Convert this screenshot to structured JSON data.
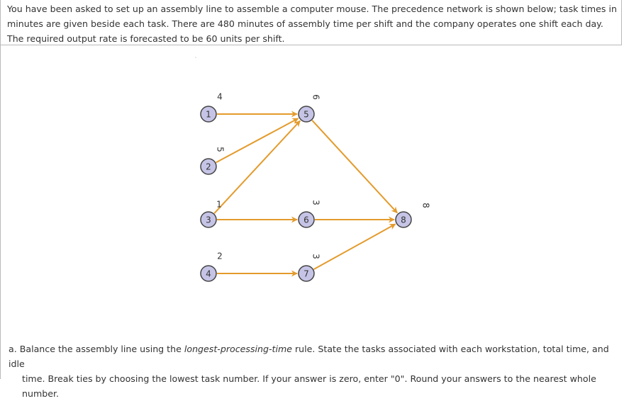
{
  "intro_text": "You have been asked to set up an assembly line to assemble a computer mouse. The precedence network is shown below; task times in minutes are given beside each task. There are 480 minutes of assembly time per shift and the company operates one shift each day. The required output rate is forecasted to be 60 units per shift.",
  "network": {
    "node_fill": "#c6c4e6",
    "node_stroke": "#444444",
    "arrow_color": "#e39b2c",
    "tasks": [
      {
        "id": "1",
        "time": "4"
      },
      {
        "id": "2",
        "time": "5"
      },
      {
        "id": "3",
        "time": "1"
      },
      {
        "id": "4",
        "time": "2"
      },
      {
        "id": "5",
        "time": "6"
      },
      {
        "id": "6",
        "time": "3"
      },
      {
        "id": "7",
        "time": "3"
      },
      {
        "id": "8",
        "time": "8"
      }
    ],
    "edges": [
      [
        "1",
        "5"
      ],
      [
        "2",
        "5"
      ],
      [
        "3",
        "5"
      ],
      [
        "3",
        "6"
      ],
      [
        "4",
        "7"
      ],
      [
        "5",
        "8"
      ],
      [
        "6",
        "8"
      ],
      [
        "7",
        "8"
      ]
    ]
  },
  "part_a": {
    "prefix": "a. Balance the assembly line using the ",
    "rule": "longest-processing-time",
    "line1_rest": " rule. State the tasks associated with each workstation, total time, and idle",
    "line2": "time. Break ties by choosing the lowest task number. If your answer is zero, enter \"0\". Round your answers to the nearest whole number."
  }
}
